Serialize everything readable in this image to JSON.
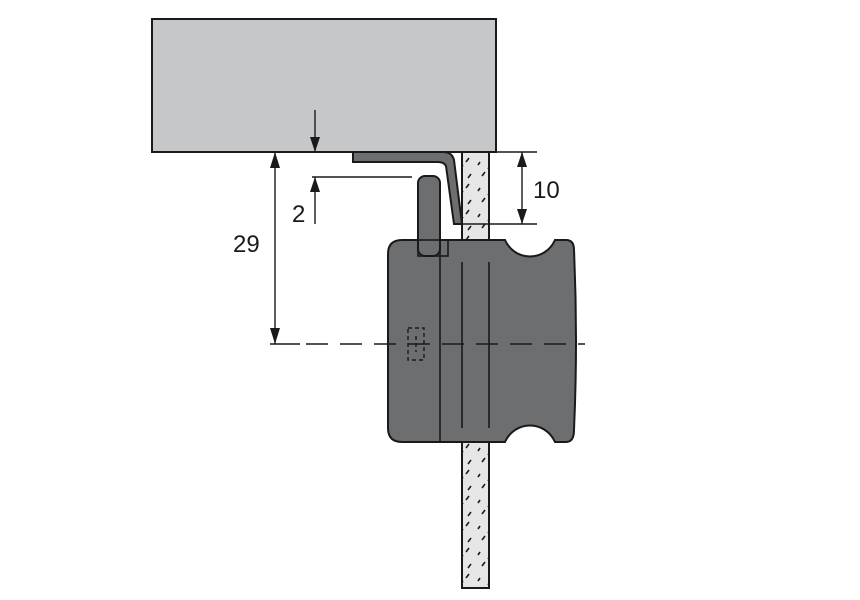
{
  "dimensions": {
    "height_to_center": "29",
    "gap": "2",
    "clearance": "10"
  },
  "colors": {
    "ceiling_fill": "#c6c7c9",
    "knob_fill": "#6d6e70",
    "outline": "#1a1a1a",
    "glass_fill": "#e6e6e6"
  }
}
